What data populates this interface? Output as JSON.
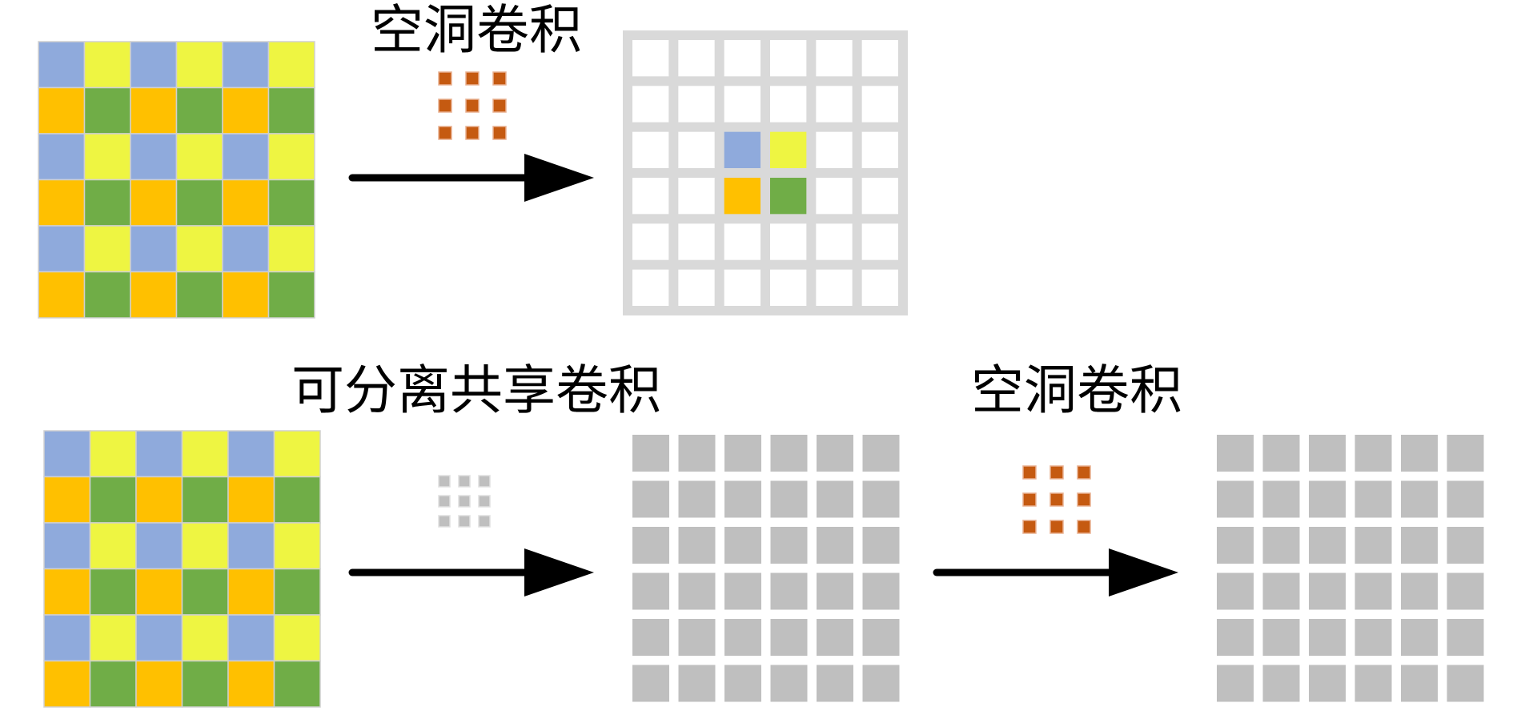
{
  "top_row": {
    "operation_label": "空洞卷积"
  },
  "bottom_row": {
    "first_operation_label": "可分离共享卷积",
    "second_operation_label": "空洞卷积"
  },
  "colors": {
    "blue": "#8FAADC",
    "yellow": "#EEF542",
    "orange": "#FFC000",
    "green": "#70AD47",
    "kernel_orange": "#C55A11",
    "kernel_gray": "#BFBFBF",
    "grid_gray": "#D9D9D9",
    "cell_gray": "#BFBFBF",
    "arrow": "#000000"
  },
  "grid_size": 6,
  "kernel_size": 3
}
